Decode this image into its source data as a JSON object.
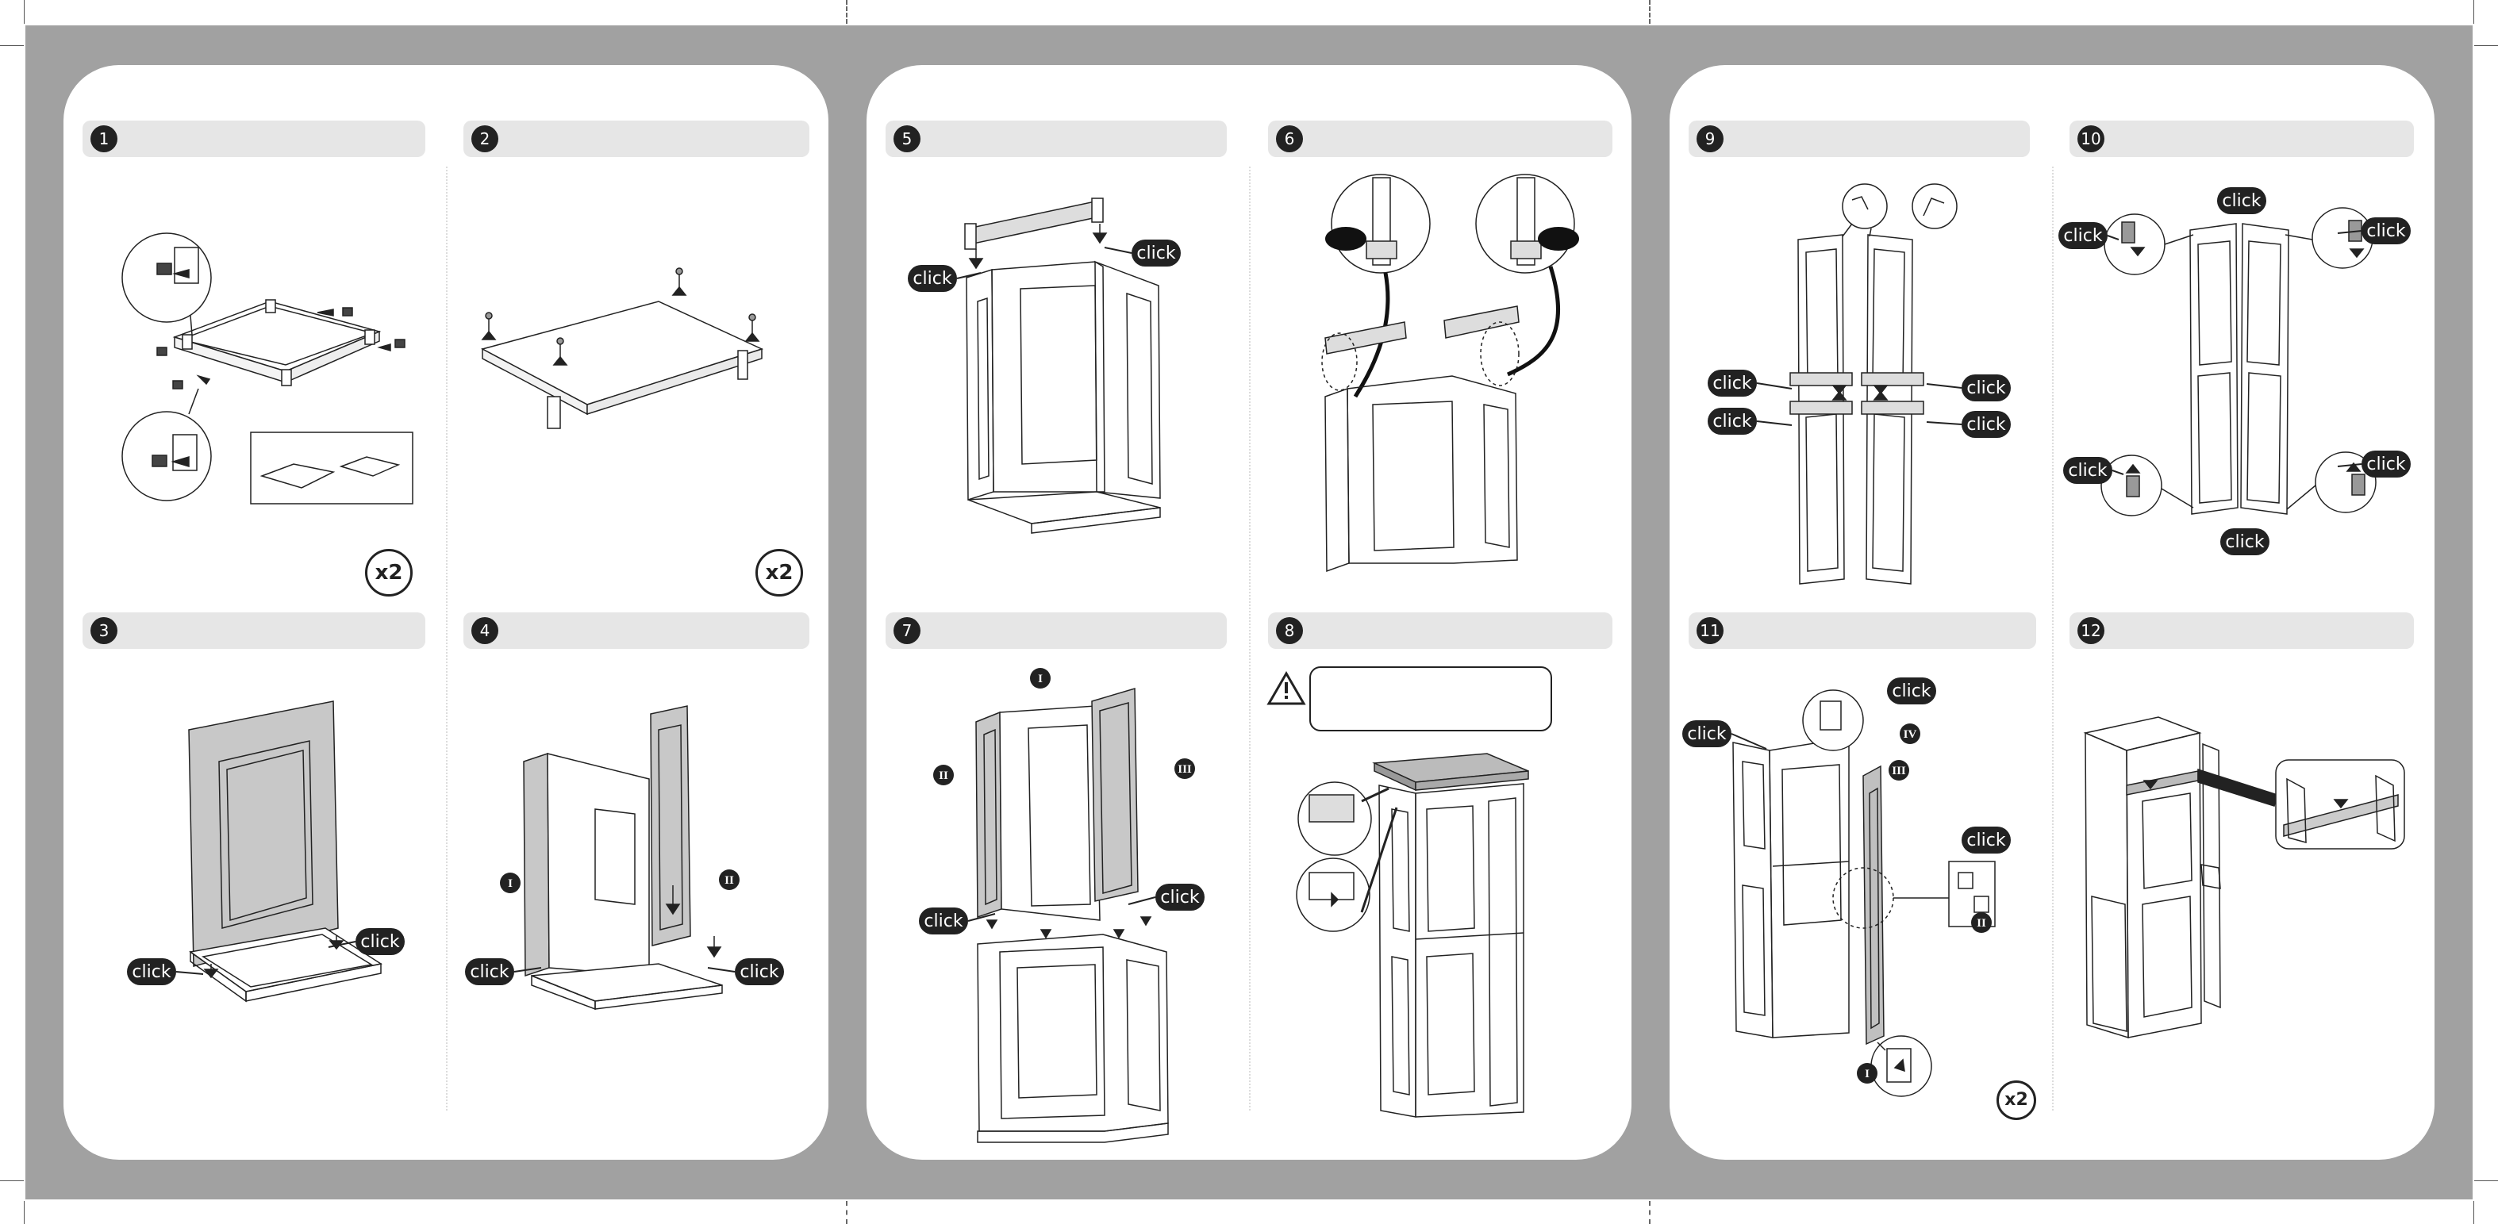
{
  "document": {
    "click_label": "click",
    "steps": [
      {
        "n": "1",
        "multiplier": "x2"
      },
      {
        "n": "2",
        "multiplier": "x2"
      },
      {
        "n": "3"
      },
      {
        "n": "4",
        "markers": [
          "I",
          "II"
        ]
      },
      {
        "n": "5"
      },
      {
        "n": "6"
      },
      {
        "n": "7",
        "markers": [
          "I",
          "II",
          "III"
        ]
      },
      {
        "n": "8"
      },
      {
        "n": "9"
      },
      {
        "n": "10"
      },
      {
        "n": "11",
        "markers": [
          "I",
          "II",
          "III",
          "IV"
        ],
        "multiplier": "x2"
      },
      {
        "n": "12"
      }
    ]
  },
  "colors": {
    "frame": "#a1a1a1",
    "panel": "#ffffff",
    "header_bar": "#e6e6e6",
    "ink": "#222222",
    "door_fill": "#c8c8c8"
  }
}
